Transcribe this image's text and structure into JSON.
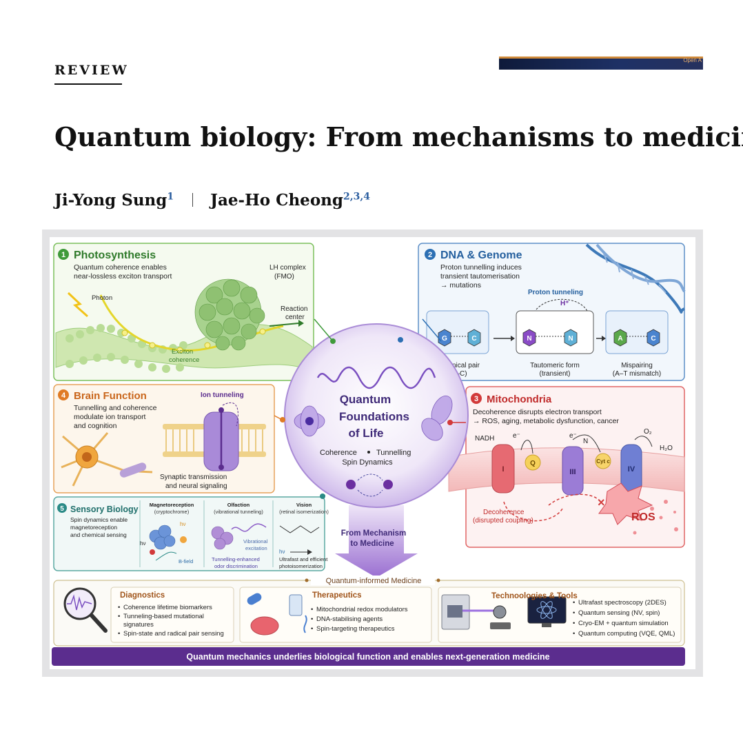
{
  "header": {
    "section_label": "REVIEW",
    "title": "Quantum biology: From mechanisms to medicine",
    "authors": [
      {
        "name": "Ji-Yong Sung",
        "affiliations": "1"
      },
      {
        "name": "Jae-Ho Cheong",
        "affiliations": "2,3,4"
      }
    ],
    "thumbnail_tag": "Open A"
  },
  "figure": {
    "panel1": {
      "number": "1",
      "title": "Photosynthesis",
      "desc_line1": "Quantum coherence enables",
      "desc_line2": "near-lossless exciton transport",
      "photon": "Photon",
      "lh_line1": "LH complex",
      "lh_line2": "(FMO)",
      "reaction_line1": "Reaction",
      "reaction_line2": "center",
      "exciton_line1": "Exciton",
      "exciton_line2": "coherence"
    },
    "panel2": {
      "number": "2",
      "title": "DNA & Genome",
      "desc_line1": "Proton tunnelling induces",
      "desc_line2": "transient tautomerisation",
      "desc_line3": "→ mutations",
      "proton_tunneling": "Proton tunneling",
      "h_plus": "H⁺",
      "canonical_line1": "Canonical pair",
      "canonical_line2": "(G–C)",
      "tautomeric_line1": "Tautomeric form",
      "tautomeric_line2": "(transient)",
      "mispair_line1": "Mispairing",
      "mispair_line2": "(A–T mismatch)",
      "bases": [
        "G",
        "C",
        "N",
        "N",
        "A",
        "C"
      ]
    },
    "panel3": {
      "number": "3",
      "title": "Mitochondria",
      "desc_line1": "Decoherence disrupts electron transport",
      "desc_line2": "→ ROS, aging, metabolic dysfunction, cancer",
      "nadh": "NADH",
      "e1": "e⁻",
      "e2": "e⁻",
      "n": "N",
      "o2": "O₂",
      "h2o": "H₂O",
      "complex_i": "I",
      "q": "Q",
      "complex_iii": "III",
      "cytc": "Cyt c",
      "complex_iv": "IV",
      "decoherence_line1": "Decoherence",
      "decoherence_line2": "(disrupted coupling)",
      "ros": "ROS"
    },
    "panel4": {
      "number": "4",
      "title": "Brain Function",
      "desc_line1": "Tunnelling and coherence",
      "desc_line2": "modulate ion transport",
      "desc_line3": "and cognition",
      "ion_tunneling": "Ion tunneling",
      "synaptic_line1": "Synaptic transmission",
      "synaptic_line2": "and neural signaling"
    },
    "panel5": {
      "number": "5",
      "title": "Sensory Biology",
      "desc_line1": "Spin dynamics enable",
      "desc_line2": "magnetoreception",
      "desc_line3": "and chemical sensing",
      "magneto_title": "Magnetoreception",
      "magneto_sub": "(cryptochrome)",
      "hv1": "hν",
      "hv2": "hν",
      "bfield": "B-field",
      "olfaction_title": "Olfaction",
      "olfaction_sub": "(vibrational tunneling)",
      "vibrational_line1": "Vibrational",
      "vibrational_line2": "excitation",
      "olf_caption_line1": "Tunnelling-enhanced",
      "olf_caption_line2": "odor discrimination",
      "vision_title": "Vision",
      "vision_sub": "(retinal isomerization)",
      "hv3": "hν",
      "vision_caption_line1": "Ultrafast and efficient",
      "vision_caption_line2": "photoisomerization"
    },
    "center": {
      "title_line1": "Quantum",
      "title_line2": "Foundations",
      "title_line3": "of Life",
      "coherence": "Coherence",
      "tunnelling": "Tunnelling",
      "spin_dynamics": "Spin Dynamics"
    },
    "arrow_line1": "From Mechanism",
    "arrow_line2": "to Medicine",
    "medicine_label": "Quantum-informed Medicine",
    "diagnostics": {
      "title": "Diagnostics",
      "item1": "Coherence lifetime biomarkers",
      "item2a": "Tunneling-based mutational",
      "item2b": "signatures",
      "item3": "Spin-state and radical pair sensing"
    },
    "therapeutics": {
      "title": "Therapeutics",
      "item1": "Mitochondrial redox modulators",
      "item2": "DNA-stabilising agents",
      "item3": "Spin-targeting therapeutics"
    },
    "technologies": {
      "title": "Technoologies & Tools",
      "item1": "Ultrafast spectroscopy (2DES)",
      "item2": "Quantum sensing (NV, spin)",
      "item3": "Cryo-EM + quantum simulation",
      "item4": "Quantum computing (VQE, QML)"
    },
    "banner": "Quantum mechanics underlies biological function and enables next-generation medicine",
    "colors": {
      "green": "#3f9a3a",
      "blue": "#2c6fb3",
      "red": "#d23a3a",
      "orange": "#e07b24",
      "teal": "#2a8a86",
      "purple": "#5b2d8e"
    }
  }
}
